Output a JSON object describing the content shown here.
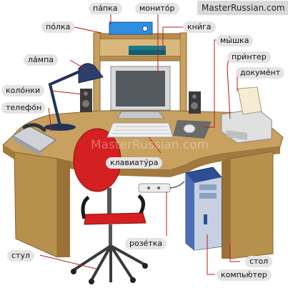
{
  "site": {
    "brand": "MasterRussian.com",
    "watermark": "MasterRussian.com"
  },
  "labels": {
    "folder": "па́пка",
    "monitor": "монито́р",
    "shelf": "по́лка",
    "book": "кни́га",
    "mouse": "мы́шка",
    "lamp": "ла́мпа",
    "printer": "при́нтер",
    "document": "докуме́нт",
    "speakers": "коло́нки",
    "phone": "телефо́н",
    "keyboard": "клавиату́ра",
    "socket": "розе́тка",
    "chair": "стул",
    "desk": "стол",
    "computer": "компью́тер"
  },
  "colors": {
    "wood": "#c8a060",
    "wood_dark": "#a07a3e",
    "chair_red": "#d42020",
    "tower_blue": "#2e4f92",
    "label_bg": "#e4e4e4",
    "leader_red": "#c01818"
  }
}
